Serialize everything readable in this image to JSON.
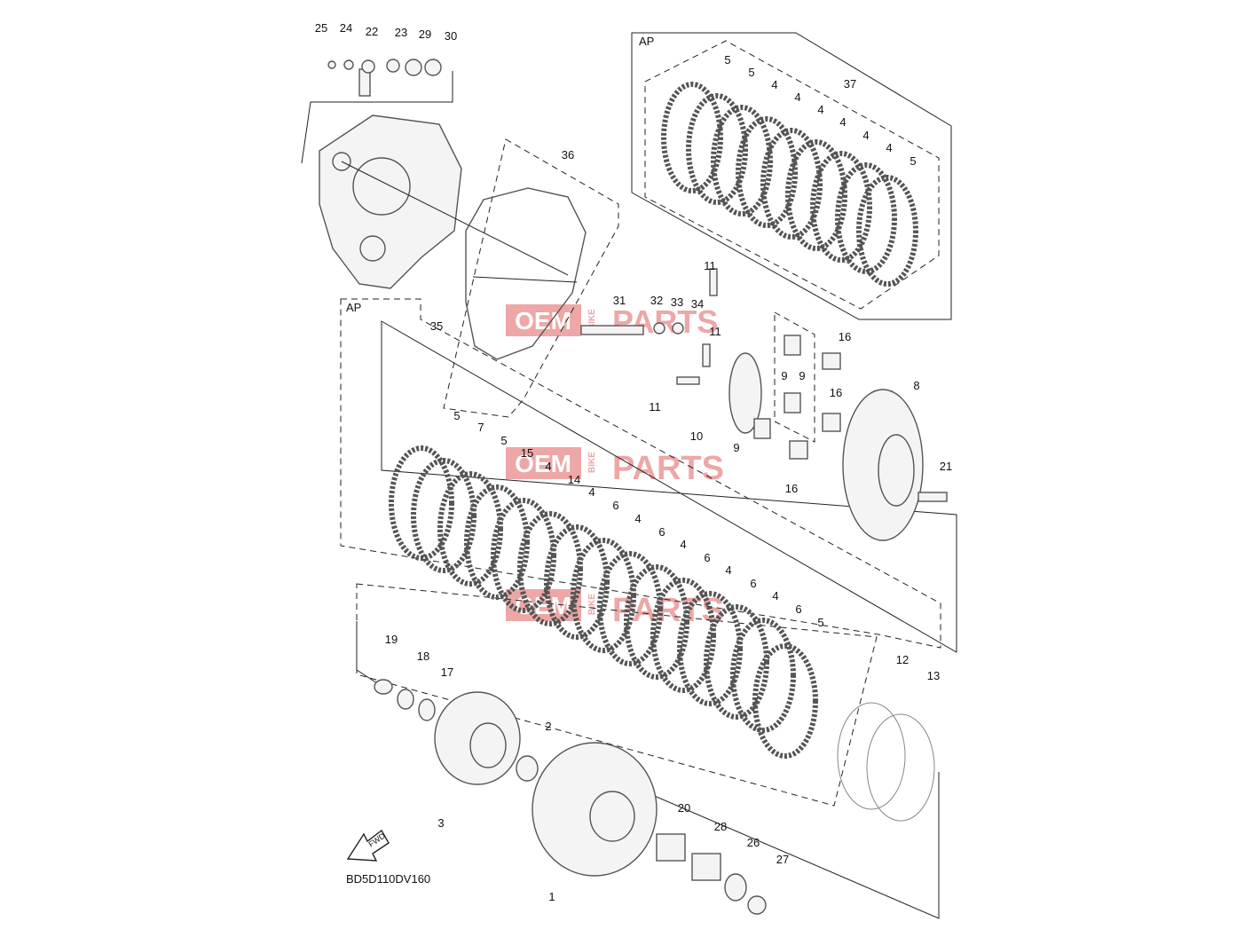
{
  "diagram_code": "BD5D110DV160",
  "group_labels": [
    "AP",
    "AP"
  ],
  "fwd_label": "FWD",
  "watermark": {
    "text_left": "OEM",
    "text_small": "BIKE",
    "text_right": "PARTS",
    "color": "#e06060"
  },
  "callouts": [
    "25",
    "24",
    "22",
    "23",
    "29",
    "30",
    "36",
    "5",
    "5",
    "4",
    "4",
    "4",
    "4",
    "4",
    "4",
    "5",
    "37",
    "11",
    "31",
    "32",
    "33",
    "34",
    "35",
    "11",
    "16",
    "11",
    "9",
    "9",
    "8",
    "16",
    "10",
    "9",
    "16",
    "21",
    "5",
    "7",
    "5",
    "15",
    "4",
    "14",
    "4",
    "6",
    "4",
    "6",
    "4",
    "6",
    "4",
    "6",
    "4",
    "6",
    "5",
    "19",
    "18",
    "17",
    "12",
    "13",
    "2",
    "3",
    "20",
    "28",
    "26",
    "27",
    "1"
  ]
}
